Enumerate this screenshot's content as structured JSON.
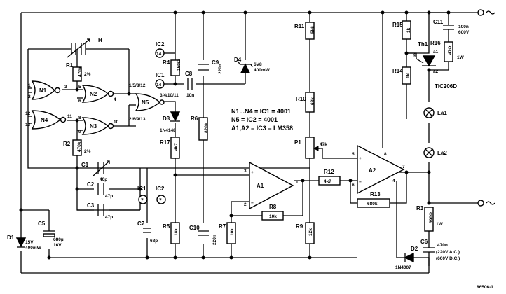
{
  "gates": {
    "n1": "N1",
    "n2": "N2",
    "n3": "N3",
    "n4": "N4",
    "n5": "N5"
  },
  "pins": {
    "n1_a": "1",
    "n1_b": "2",
    "n1_out": "3",
    "n2_a": "5",
    "n2_b": "6",
    "n2_out": "4",
    "n4_a": "12",
    "n4_b": "13",
    "n4_out": "11",
    "n3_a": "8",
    "n3_b": "9",
    "n3_out": "10",
    "n5_in1": "1/5/8/12",
    "n5_in2": "2/6/9/13",
    "n5_out": "3/4/10/11",
    "a1_plus": "3",
    "a1_minus": "2",
    "a1_out": "1",
    "a2_plus": "5",
    "a2_minus": "6",
    "a2_out": "7",
    "a2_v": "8",
    "a2_g": "4",
    "th_g": "g",
    "th_a1": "a1",
    "th_a2": "a2",
    "ic2_14": "14",
    "ic1_14": "14",
    "ic1_7": "7",
    "ic2_7": "7"
  },
  "components": {
    "h": "H",
    "r1": "R1",
    "r1_val": "470k",
    "r1_tol": "2%",
    "r2": "R2",
    "r2_val": "470k",
    "r2_tol": "2%",
    "c1": "C1",
    "c1_val": "40p",
    "c2": "C2",
    "c2_val": "47p",
    "c3": "C3",
    "c3_val": "47p",
    "ic2": "IC2",
    "ic1": "IC1",
    "r4": "R4",
    "r4_val": "150Ω",
    "c8": "C8",
    "c8_val": "10n",
    "c9": "C9",
    "c9_val": "220n",
    "d4": "D4",
    "d4_val": "6V8",
    "d4_pw": "400mW",
    "r6": "R6",
    "r6_val": "820k",
    "d3": "D3",
    "d3_val": "1N4148",
    "r17": "R17",
    "r17_val": "4k7",
    "r5": "R5",
    "r5_val": "18k",
    "c10": "C10",
    "c10_val": "220n",
    "c7": "C7",
    "c7_val": "68p",
    "r7": "R7",
    "r7_val": "10k",
    "r8": "R8",
    "r8_val": "10k",
    "r9": "R9",
    "r9_val": "12k",
    "r10": "R10",
    "r10_val": "68k",
    "r11": "R11",
    "r11_val": "5k6",
    "p1": "P1",
    "p1_val": "47k",
    "r12": "R12",
    "r12_val": "4k7",
    "r13": "R13",
    "r13_val": "680k",
    "a1": "A1",
    "a2": "A2",
    "r15": "R15",
    "r15_val": "1k",
    "r14": "R14",
    "r14_val": "1k",
    "th1": "Th1",
    "tic": "TIC206D",
    "c11": "C11",
    "c11_val1": "100n",
    "c11_val2": "600V",
    "r16": "R16",
    "r16_val": "47Ω",
    "r16_pw": "1W",
    "la1": "La1",
    "la2": "La2",
    "r3": "R3",
    "r3_val": "390Ω",
    "r3_pw": "1W",
    "c6": "C6",
    "c6_val": "470n",
    "c6_r1": "(220V A.C.)",
    "c6_r2": "(600V D.C.)",
    "d2": "D2",
    "d2_val": "1N4007",
    "d1": "D1",
    "d1_val1": "15V",
    "d1_val2": "400mW",
    "c5": "C5",
    "c5_val1": "680µ",
    "c5_val2": "16V"
  },
  "notes": [
    "N1...N4 = IC1 = 4001",
    "N5 = IC2 = 4001",
    "A1,A2 = IC3 = LM358"
  ],
  "figure_id": "86506-1"
}
